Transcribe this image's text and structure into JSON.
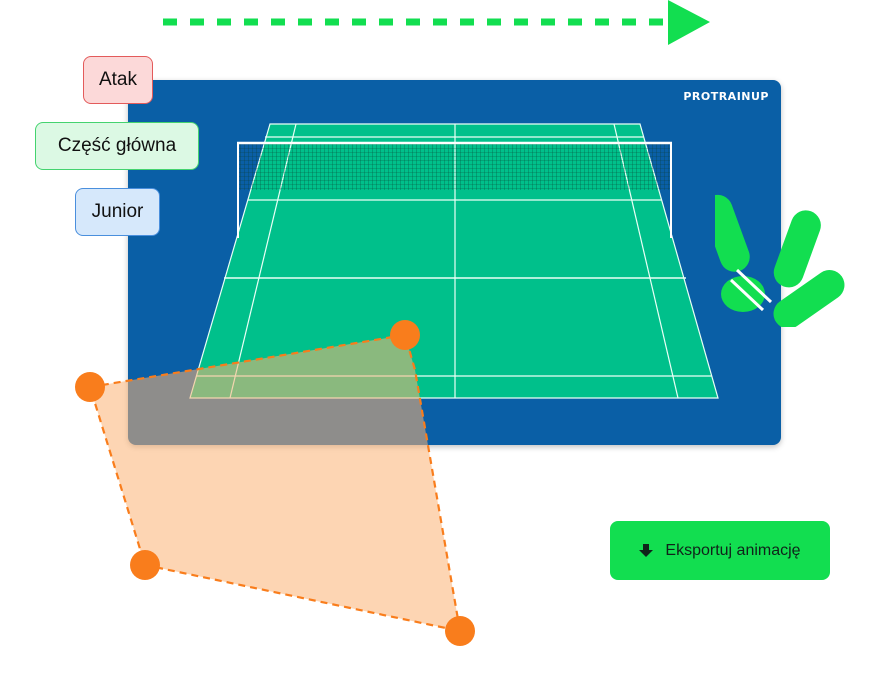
{
  "board": {
    "brand": "PROTRAINUP"
  },
  "tags": {
    "atak": "Atak",
    "czesc": "Część główna",
    "junior": "Junior"
  },
  "export": {
    "label": "Eksportuj animację",
    "icon": "download-arrow-icon"
  },
  "colors": {
    "board": "#0a5fa6",
    "court": "#00c08b",
    "accent": "#12de50",
    "zone": "#f97d1c",
    "zone_fill": "#fbb374"
  }
}
